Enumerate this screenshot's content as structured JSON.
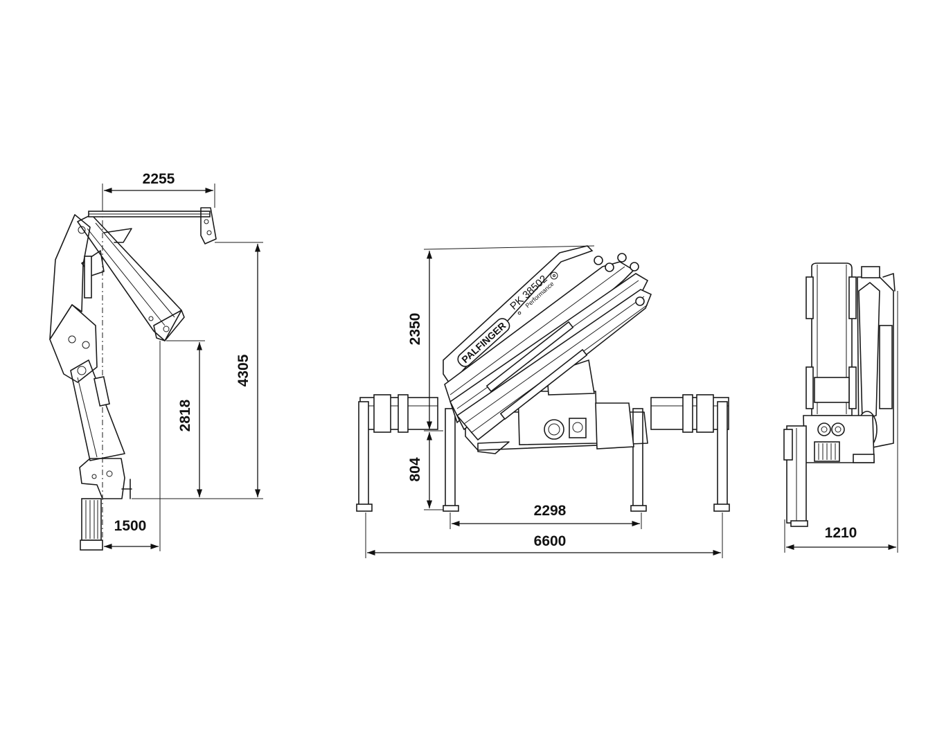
{
  "brand": {
    "name": "PALFINGER",
    "model": "PK 38502",
    "series": "Performance"
  },
  "dimensions": {
    "side_reach": "2255",
    "side_hook_height": "2818",
    "side_total_height": "4305",
    "side_base_width": "1500",
    "front_height_upper": "2350",
    "front_height_lower": "804",
    "front_inner_span": "2298",
    "front_outer_span": "6600",
    "rear_width": "1210"
  },
  "colors": {
    "line": "#1a1a1a",
    "background": "#ffffff"
  }
}
